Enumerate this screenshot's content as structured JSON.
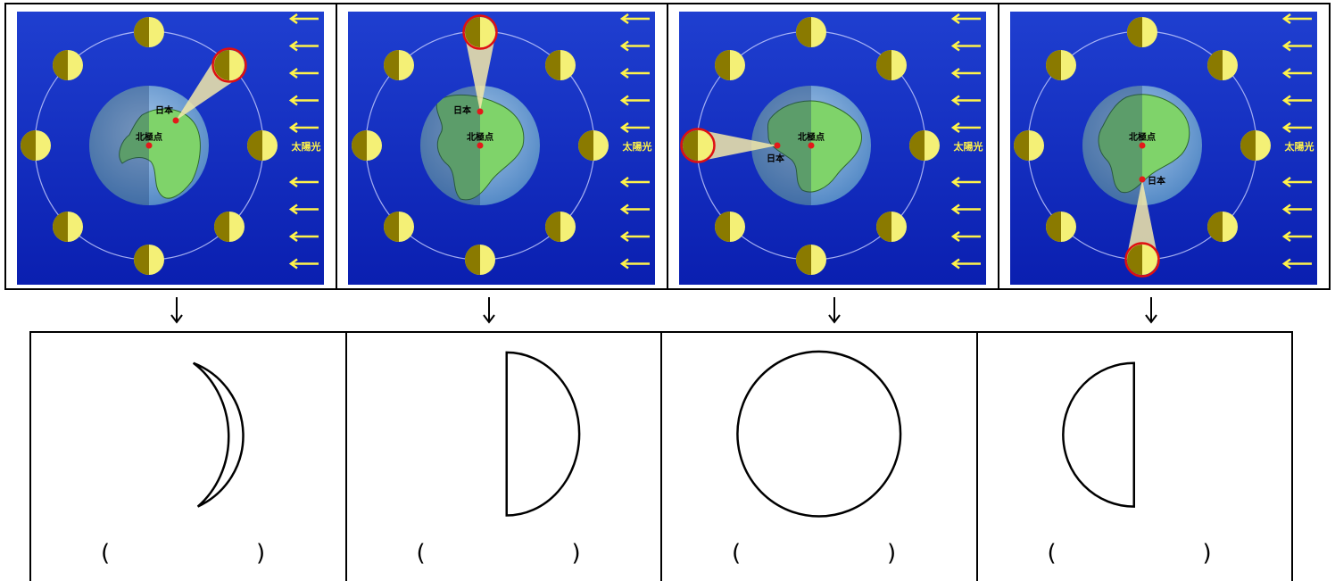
{
  "labels": {
    "japan": "日本",
    "north_pole": "北極点",
    "sunlight": "太陽光"
  },
  "panels": [
    {
      "highlight": "upper-right",
      "japan_direction": "upper-right"
    },
    {
      "highlight": "top",
      "japan_direction": "up"
    },
    {
      "highlight": "left",
      "japan_direction": "left"
    },
    {
      "highlight": "bottom",
      "japan_direction": "down"
    }
  ],
  "answers": [
    {
      "shape": "crescent-lit-right",
      "open_paren": "(",
      "close_paren": ")"
    },
    {
      "shape": "half-lit-right",
      "open_paren": "(",
      "close_paren": ")"
    },
    {
      "shape": "full-circle",
      "open_paren": "(",
      "close_paren": ")"
    },
    {
      "shape": "half-lit-left",
      "open_paren": "(",
      "close_paren": ")"
    }
  ],
  "colors": {
    "space_top": "#1f3fd0",
    "space_bottom": "#0a1fb0",
    "orbit": "#c8d0ff",
    "moon_lit": "#f4f076",
    "moon_dark": "#8a7a00",
    "highlight_ring": "#e01010",
    "ocean": "#4f86c4",
    "land": "#7fd36a",
    "sun_arrow": "#fff34a",
    "marker": "#e31a1a"
  }
}
